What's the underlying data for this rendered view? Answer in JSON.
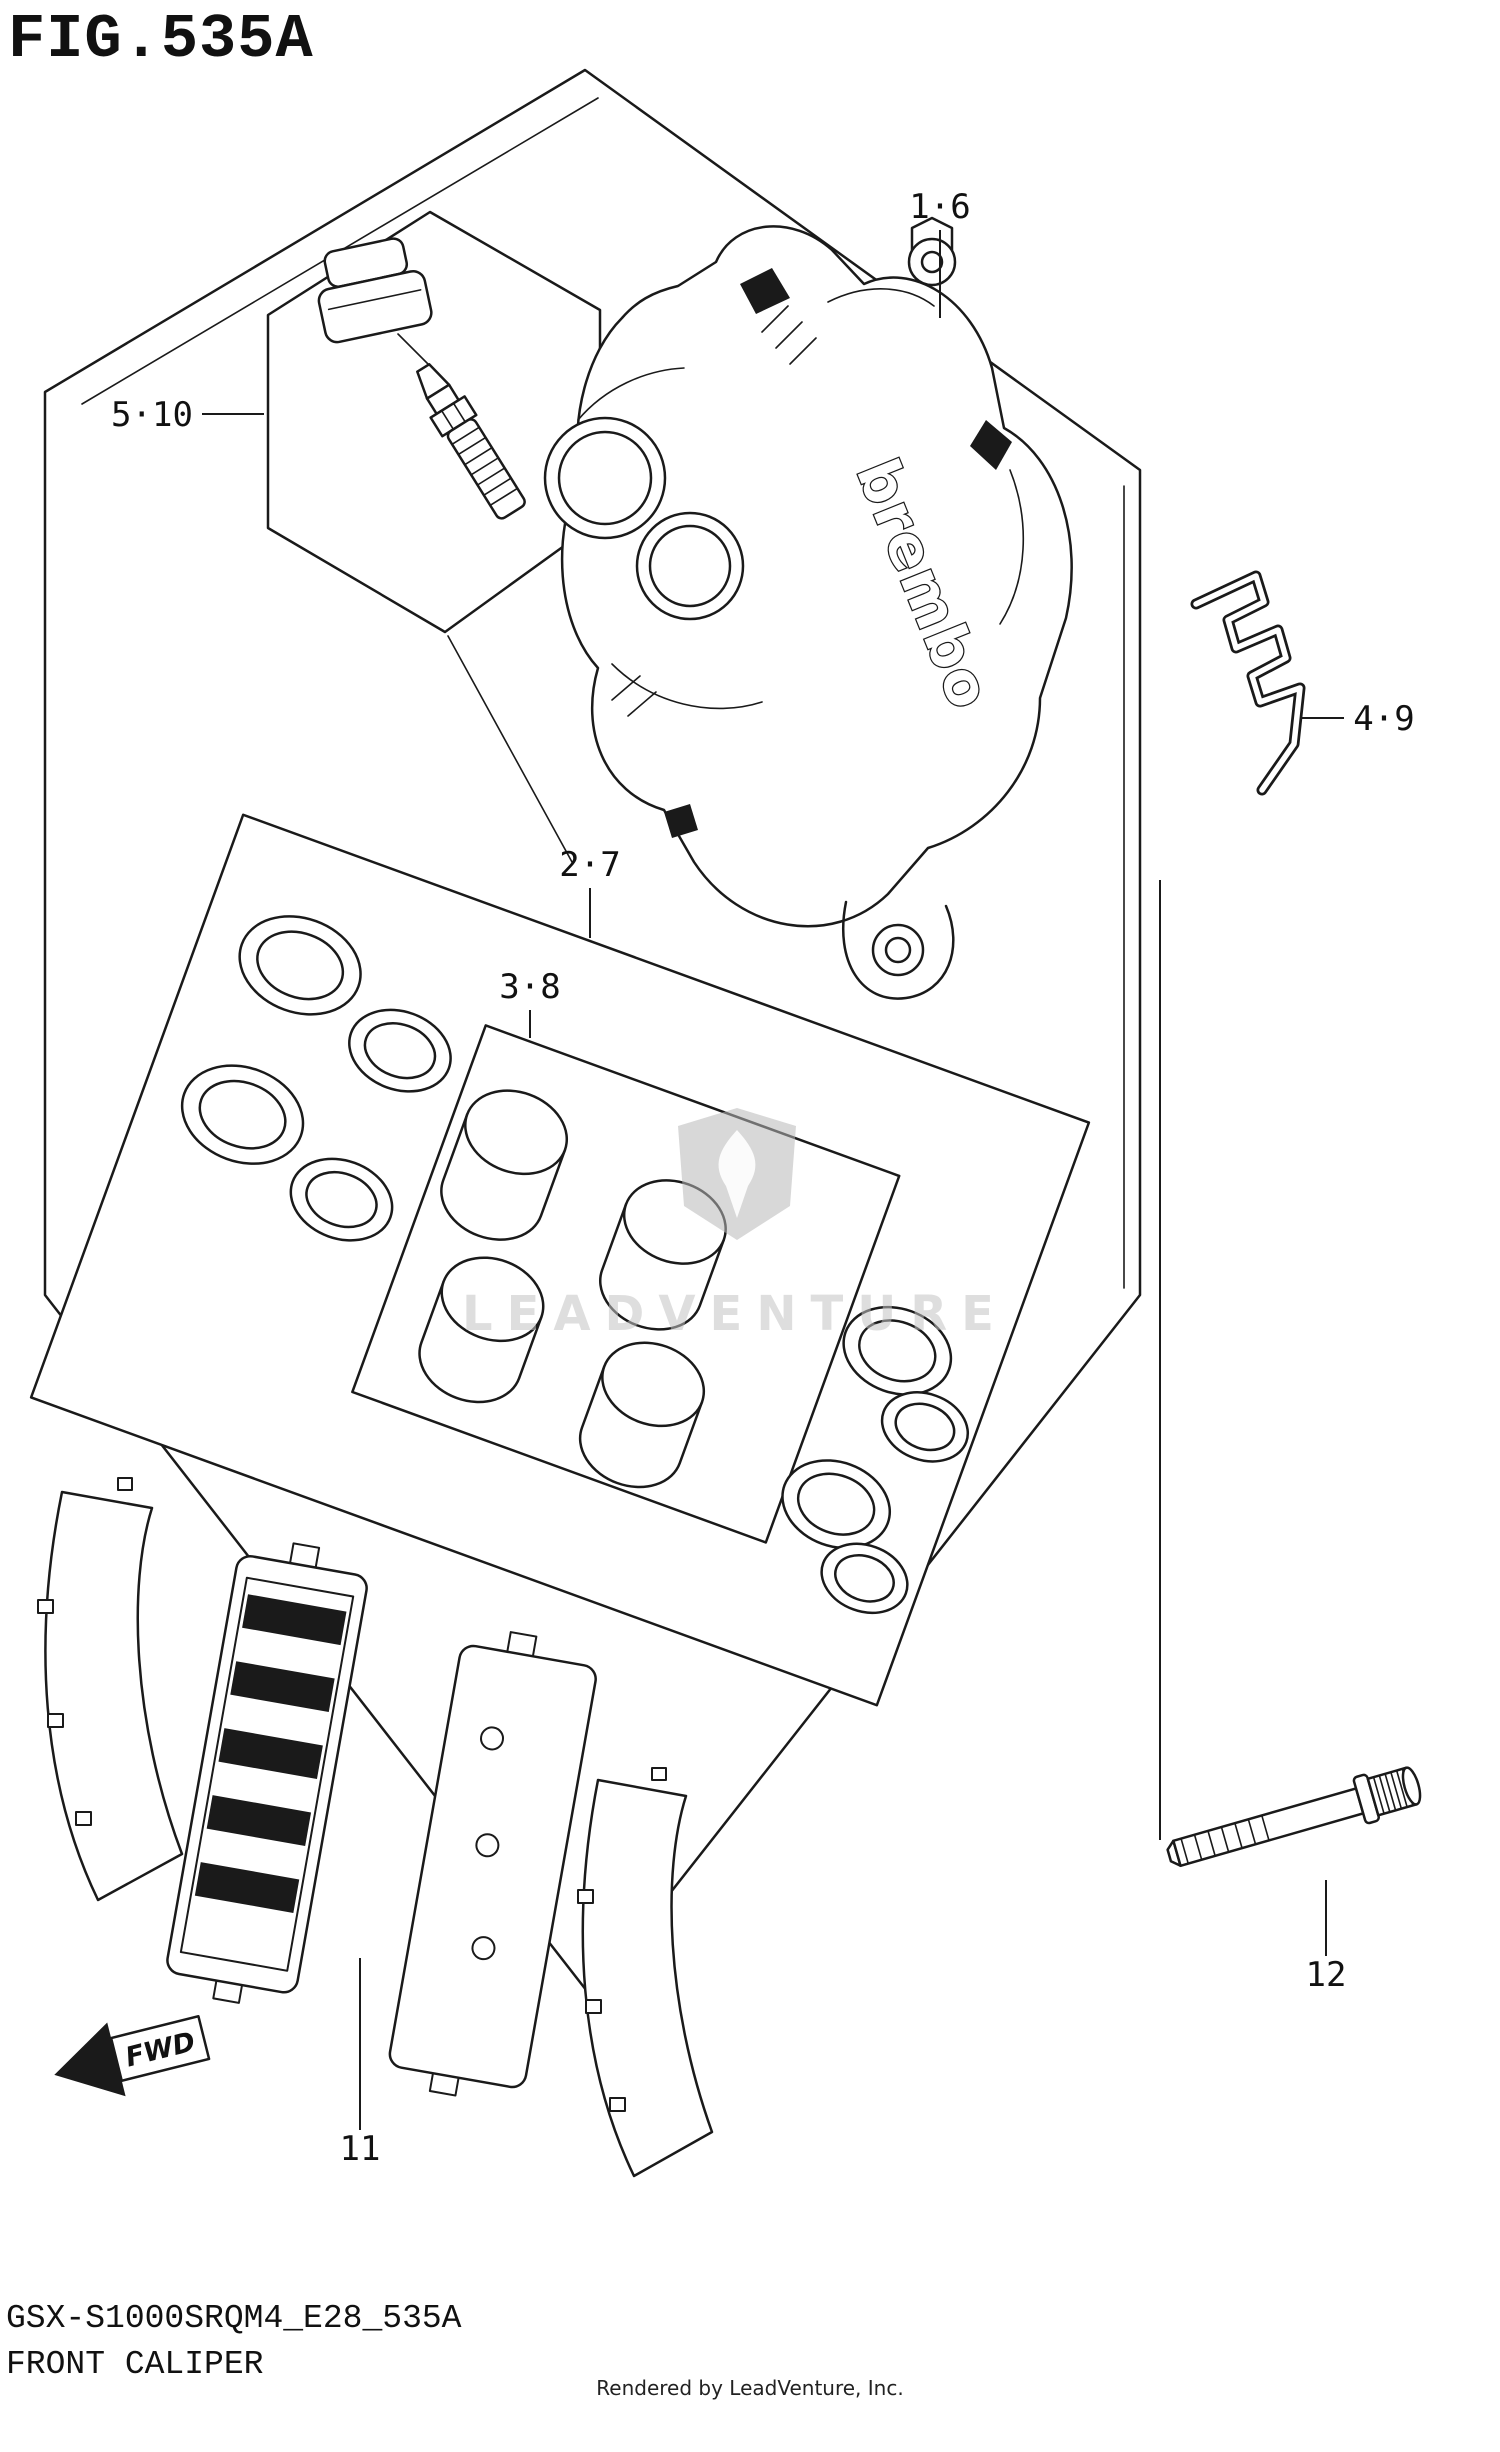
{
  "figure": {
    "title": "FIG.535A",
    "watermark_text": "LEADVENTURE",
    "brand_label": "brembo",
    "fwd_label": "FWD"
  },
  "callouts": {
    "caliper_assy": "1·6",
    "bleeder_set": "5·10",
    "pad_spring": "4·9",
    "seal_set": "2·7",
    "piston_set": "3·8",
    "brake_pads": "11",
    "mounting_bolt": "12"
  },
  "footer": {
    "model_code": "GSX-S1000SRQM4_E28_535A",
    "figure_name": "FRONT CALIPER",
    "credit": "Rendered by LeadVenture, Inc."
  },
  "colors": {
    "line": "#1a1a1a",
    "watermark": "#c3c3c3",
    "paper": "#ffffff"
  }
}
